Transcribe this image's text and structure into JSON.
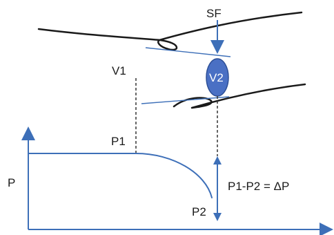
{
  "labels": {
    "sf": "SF",
    "v1": "V1",
    "v2": "V2",
    "p1": "P1",
    "p2": "P2",
    "p_axis": "P",
    "pressure_drop": "P1-P2 = ΔP"
  },
  "colors": {
    "outline": "#1a1a1a",
    "accent": "#3d6fb8",
    "ellipse_fill": "#4a70c4",
    "ellipse_stroke": "#2d4f96",
    "dashed": "#333333"
  }
}
